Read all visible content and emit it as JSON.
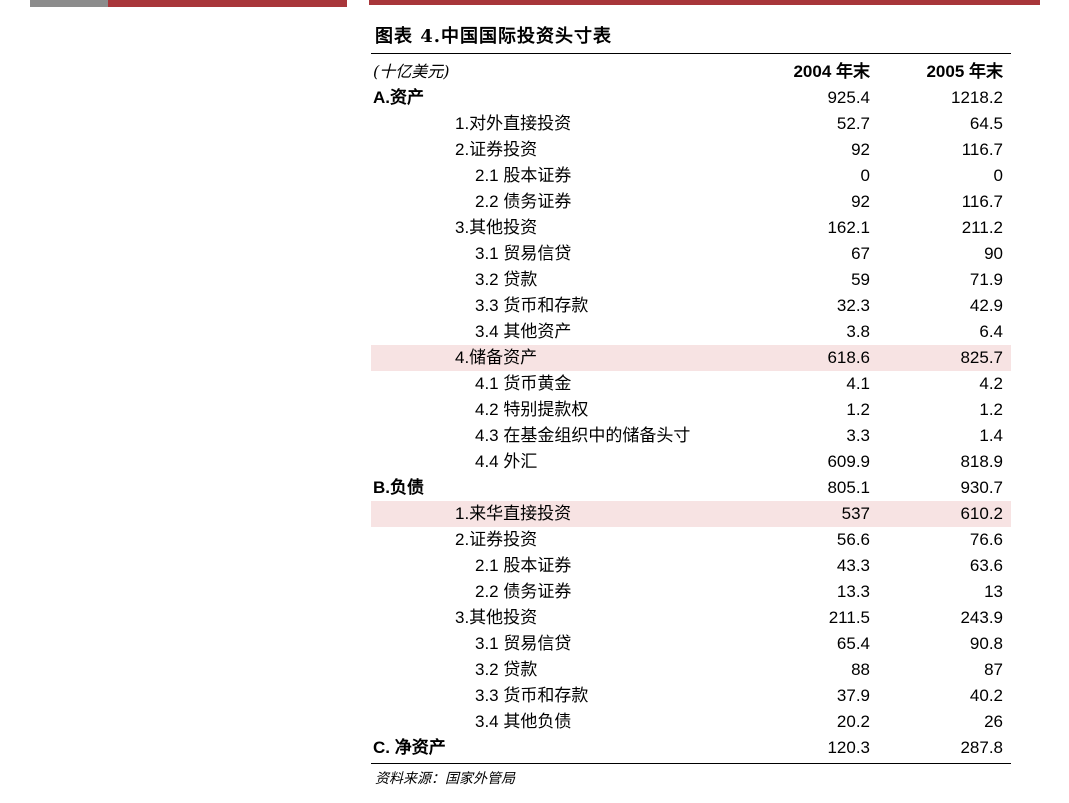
{
  "title": "图表 4.中国国际投资头寸表",
  "source": "资料来源：国家外管局",
  "colors": {
    "accent": "#a8363a",
    "accent_grey": "#8c8c8c",
    "highlight": "#f7e3e3"
  },
  "table": {
    "unit": "(十亿美元)",
    "col1": "2004 年末",
    "col2": "2005 年末",
    "rows": [
      {
        "label": "A.资产",
        "level": 0,
        "bold": true,
        "v2004": "925.4",
        "v2005": "1218.2",
        "highlight": false
      },
      {
        "label": "1.对外直接投资",
        "level": 1,
        "bold": false,
        "v2004": "52.7",
        "v2005": "64.5",
        "highlight": false
      },
      {
        "label": "2.证券投资",
        "level": 1,
        "bold": false,
        "v2004": "92",
        "v2005": "116.7",
        "highlight": false
      },
      {
        "label": "2.1 股本证券",
        "level": 2,
        "bold": false,
        "v2004": "0",
        "v2005": "0",
        "highlight": false
      },
      {
        "label": "2.2 债务证券",
        "level": 2,
        "bold": false,
        "v2004": "92",
        "v2005": "116.7",
        "highlight": false
      },
      {
        "label": "3.其他投资",
        "level": 1,
        "bold": false,
        "v2004": "162.1",
        "v2005": "211.2",
        "highlight": false
      },
      {
        "label": "3.1 贸易信贷",
        "level": 2,
        "bold": false,
        "v2004": "67",
        "v2005": "90",
        "highlight": false
      },
      {
        "label": "3.2 贷款",
        "level": 2,
        "bold": false,
        "v2004": "59",
        "v2005": "71.9",
        "highlight": false
      },
      {
        "label": "3.3 货币和存款",
        "level": 2,
        "bold": false,
        "v2004": "32.3",
        "v2005": "42.9",
        "highlight": false
      },
      {
        "label": "3.4 其他资产",
        "level": 2,
        "bold": false,
        "v2004": "3.8",
        "v2005": "6.4",
        "highlight": false
      },
      {
        "label": "4.储备资产",
        "level": 1,
        "bold": false,
        "v2004": "618.6",
        "v2005": "825.7",
        "highlight": true
      },
      {
        "label": "4.1 货币黄金",
        "level": 2,
        "bold": false,
        "v2004": "4.1",
        "v2005": "4.2",
        "highlight": false
      },
      {
        "label": "4.2 特别提款权",
        "level": 2,
        "bold": false,
        "v2004": "1.2",
        "v2005": "1.2",
        "highlight": false
      },
      {
        "label": "4.3 在基金组织中的储备头寸",
        "level": 2,
        "bold": false,
        "v2004": "3.3",
        "v2005": "1.4",
        "highlight": false
      },
      {
        "label": "4.4 外汇",
        "level": 2,
        "bold": false,
        "v2004": "609.9",
        "v2005": "818.9",
        "highlight": false
      },
      {
        "label": "B.负债",
        "level": 0,
        "bold": true,
        "v2004": "805.1",
        "v2005": "930.7",
        "highlight": false
      },
      {
        "label": "1.来华直接投资",
        "level": 1,
        "bold": false,
        "v2004": "537",
        "v2005": "610.2",
        "highlight": true
      },
      {
        "label": "2.证券投资",
        "level": 1,
        "bold": false,
        "v2004": "56.6",
        "v2005": "76.6",
        "highlight": false
      },
      {
        "label": "2.1 股本证券",
        "level": 2,
        "bold": false,
        "v2004": "43.3",
        "v2005": "63.6",
        "highlight": false
      },
      {
        "label": "2.2 债务证券",
        "level": 2,
        "bold": false,
        "v2004": "13.3",
        "v2005": "13",
        "highlight": false
      },
      {
        "label": "3.其他投资",
        "level": 1,
        "bold": false,
        "v2004": "211.5",
        "v2005": "243.9",
        "highlight": false
      },
      {
        "label": "3.1 贸易信贷",
        "level": 2,
        "bold": false,
        "v2004": "65.4",
        "v2005": "90.8",
        "highlight": false
      },
      {
        "label": "3.2 贷款",
        "level": 2,
        "bold": false,
        "v2004": "88",
        "v2005": "87",
        "highlight": false
      },
      {
        "label": "3.3 货币和存款",
        "level": 2,
        "bold": false,
        "v2004": "37.9",
        "v2005": "40.2",
        "highlight": false
      },
      {
        "label": "3.4 其他负债",
        "level": 2,
        "bold": false,
        "v2004": "20.2",
        "v2005": "26",
        "highlight": false
      },
      {
        "label": "C. 净资产",
        "level": 0,
        "bold": true,
        "v2004": "120.3",
        "v2005": "287.8",
        "highlight": false
      }
    ]
  }
}
